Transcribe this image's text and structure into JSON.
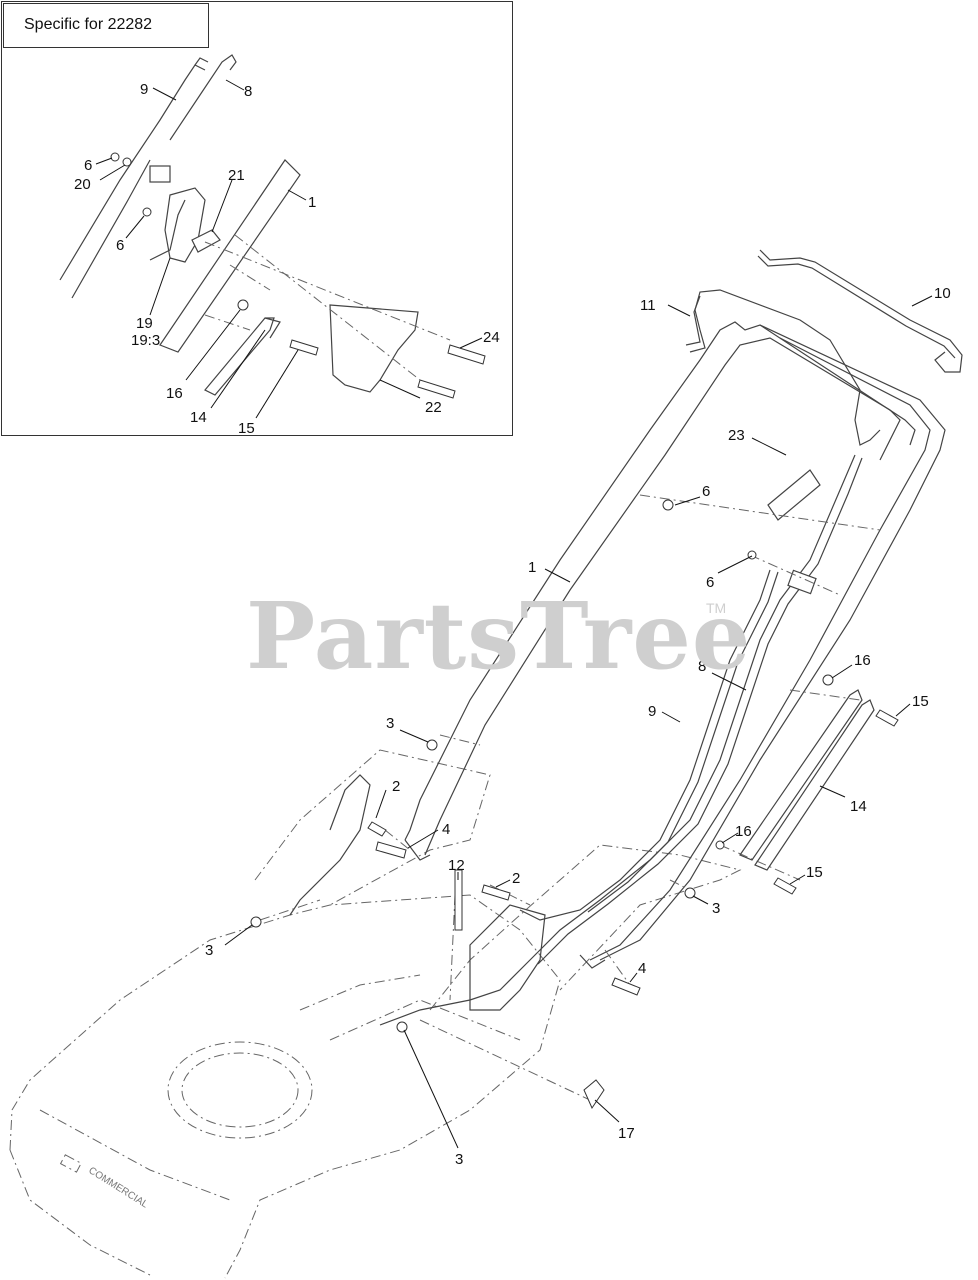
{
  "inset": {
    "title": "Specific for 22282"
  },
  "watermark": {
    "text": "PartsTree",
    "mark": "TM"
  },
  "deck_brand_text": "COMMERCIAL",
  "callouts": {
    "inset": [
      {
        "id": "i-9",
        "label": "9"
      },
      {
        "id": "i-8",
        "label": "8"
      },
      {
        "id": "i-6a",
        "label": "6"
      },
      {
        "id": "i-20",
        "label": "20"
      },
      {
        "id": "i-21",
        "label": "21"
      },
      {
        "id": "i-1",
        "label": "1"
      },
      {
        "id": "i-6b",
        "label": "6"
      },
      {
        "id": "i-19",
        "label": "19"
      },
      {
        "id": "i-19-3",
        "label": "19:3"
      },
      {
        "id": "i-24",
        "label": "24"
      },
      {
        "id": "i-16",
        "label": "16"
      },
      {
        "id": "i-22",
        "label": "22"
      },
      {
        "id": "i-14",
        "label": "14"
      },
      {
        "id": "i-15",
        "label": "15"
      }
    ],
    "main": [
      {
        "id": "m-10",
        "label": "10"
      },
      {
        "id": "m-11",
        "label": "11"
      },
      {
        "id": "m-23",
        "label": "23"
      },
      {
        "id": "m-6a",
        "label": "6"
      },
      {
        "id": "m-1",
        "label": "1"
      },
      {
        "id": "m-6b",
        "label": "6"
      },
      {
        "id": "m-8",
        "label": "8"
      },
      {
        "id": "m-9",
        "label": "9"
      },
      {
        "id": "m-16a",
        "label": "16"
      },
      {
        "id": "m-15a",
        "label": "15"
      },
      {
        "id": "m-3a",
        "label": "3"
      },
      {
        "id": "m-2a",
        "label": "2"
      },
      {
        "id": "m-4a",
        "label": "4"
      },
      {
        "id": "m-14",
        "label": "14"
      },
      {
        "id": "m-16b",
        "label": "16"
      },
      {
        "id": "m-15b",
        "label": "15"
      },
      {
        "id": "m-12",
        "label": "12"
      },
      {
        "id": "m-2b",
        "label": "2"
      },
      {
        "id": "m-3b",
        "label": "3"
      },
      {
        "id": "m-3c",
        "label": "3"
      },
      {
        "id": "m-4b",
        "label": "4"
      },
      {
        "id": "m-17",
        "label": "17"
      },
      {
        "id": "m-3d",
        "label": "3"
      }
    ]
  }
}
